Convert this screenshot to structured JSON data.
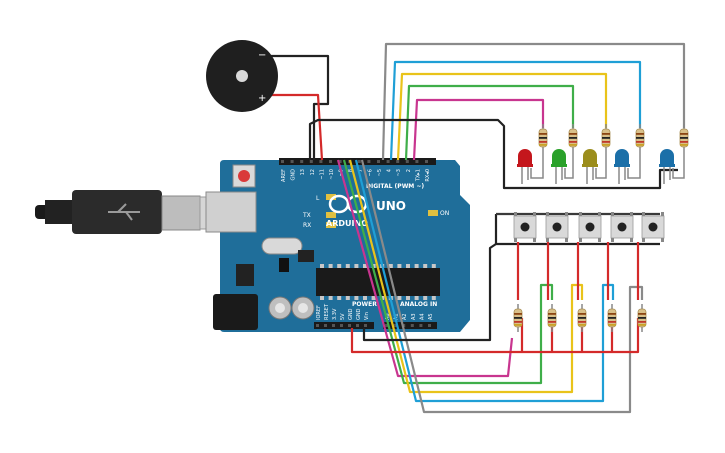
{
  "board": {
    "brand": "ARDUINO",
    "model": "UNO",
    "on_label": "ON",
    "l_label": "L",
    "tx_label": "TX",
    "rx_label": "RX",
    "digital_header": "DIGITAL (PWM ~)",
    "power_header": "POWER",
    "analog_header": "ANALOG IN",
    "top_pins": [
      "AREF",
      "GND",
      "13",
      "12",
      "~11",
      "~10",
      "~9",
      "8",
      "7",
      "~6",
      "~5",
      "4",
      "~3",
      "2",
      "TX▸1",
      "RX◂0"
    ],
    "power_pins": [
      "IOREF",
      "RESET",
      "3.3V",
      "5V",
      "GND",
      "GND",
      "Vin"
    ],
    "analog_pins": [
      "A0",
      "A1",
      "A2",
      "A3",
      "A4",
      "A5"
    ]
  },
  "buzzer": {
    "minus": "−",
    "plus": "+"
  },
  "colors": {
    "board": "#1f6e9a",
    "gray": "#8a8a8a",
    "cyan": "#1f9fd6",
    "yellow": "#e9c31a",
    "green": "#3fae49",
    "magenta": "#c8358f",
    "black": "#222222",
    "red": "#d42a2a",
    "led_red": "#c4161c",
    "led_green": "#2aa12a",
    "led_olive": "#9b8d1c",
    "led_blue": "#1b6fa8"
  }
}
